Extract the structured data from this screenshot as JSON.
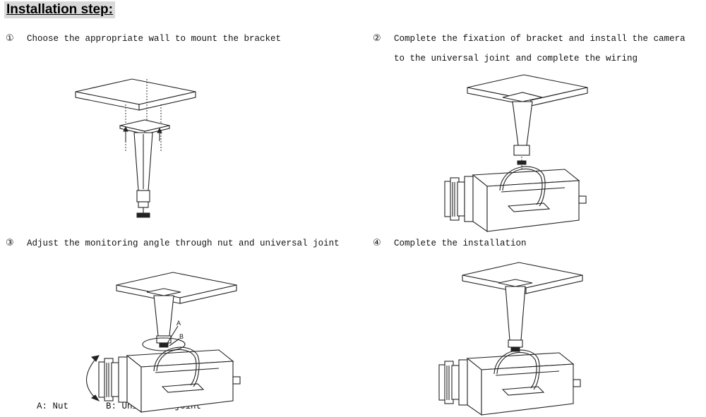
{
  "title": "Installation step:",
  "steps": [
    {
      "num": "①",
      "text": "Choose the appropriate wall to mount the bracket"
    },
    {
      "num": "②",
      "text": "Complete the fixation of bracket and install the camera",
      "text2": "to the universal joint and complete the wiring"
    },
    {
      "num": "③",
      "text": "Adjust the monitoring angle through nut and universal joint"
    },
    {
      "num": "④",
      "text": "Complete the installation"
    }
  ],
  "labels": {
    "a": "A",
    "b": "B"
  },
  "captions": {
    "nut": "A: Nut",
    "joint": "B: Universal joint"
  }
}
